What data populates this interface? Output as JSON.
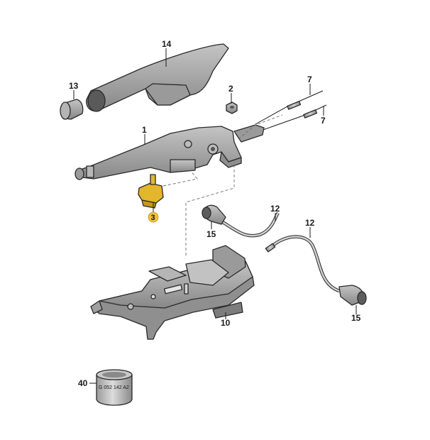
{
  "callouts": {
    "c14": "14",
    "c13": "13",
    "c2": "2",
    "c7a": "7",
    "c7b": "7",
    "c1": "1",
    "c3": "3",
    "c12a": "12",
    "c12b": "12",
    "c15a": "15",
    "c15b": "15",
    "c10": "10",
    "c40": "40"
  },
  "can_marking": "G 052 142 A2",
  "colors": {
    "part_fill": "#a8a8a8",
    "part_dark": "#7a7a7a",
    "highlight": "#e3b72b",
    "outline": "#2a2a2a"
  }
}
